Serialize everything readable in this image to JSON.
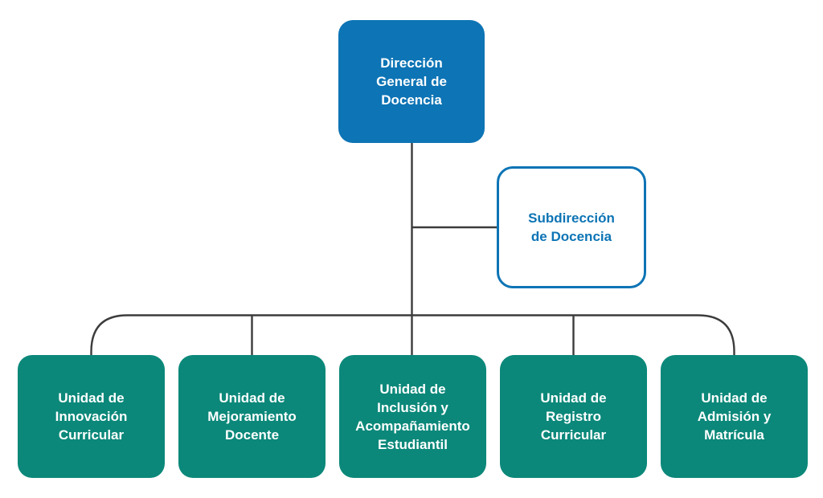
{
  "org": {
    "root": {
      "label": "Dirección\nGeneral de\nDocencia"
    },
    "staff": {
      "label": "Subdirección\nde Docencia"
    },
    "units": [
      {
        "label": "Unidad de\nInnovación\nCurricular"
      },
      {
        "label": "Unidad de\nMejoramiento\nDocente"
      },
      {
        "label": "Unidad de\nInclusión y\nAcompañamiento\nEstudiantil"
      },
      {
        "label": "Unidad de\nRegistro\nCurricular"
      },
      {
        "label": "Unidad de\nAdmisión y\nMatrícula"
      }
    ]
  },
  "colors": {
    "primary_blue": "#0d74b5",
    "teal": "#0b887a",
    "line": "#3c3c3c",
    "background": "#ffffff",
    "text_on_fill": "#ffffff"
  }
}
